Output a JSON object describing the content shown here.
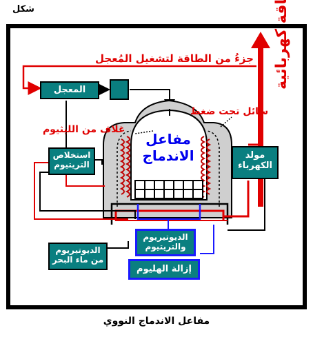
{
  "header": {
    "label": "شكل"
  },
  "caption": "مفاعل الاندماج النووي",
  "labels": {
    "electric_power": "طاقة كهربائية",
    "accelerator_share": "جزءُ من الطاقة لتشغيل المُعجل",
    "pressurized_fluid": "سائل تحت ضغط",
    "lithium_shell": "غلاف من الليثيوم",
    "reactor_line1": "مفاعل",
    "reactor_line2": "الاندماج"
  },
  "boxes": {
    "accelerator": "المعجل",
    "tritium_extraction_1": "استخلاص",
    "tritium_extraction_2": "التريتيوم",
    "generator_1": "مولد",
    "generator_2": "الكهرباء",
    "deut_trit_1": "الديوتيريوم",
    "deut_trit_2": "والتريتيوم",
    "deut_sea_1": "الديوتيريوم",
    "deut_sea_2": "من ماء البحر",
    "helium_removal": "إزالة الهليوم"
  },
  "colors": {
    "frame": "#000000",
    "box_fill": "#0a7f80",
    "power_line": "#e00000",
    "coil": "#c00000",
    "reactor_text": "#0000ee"
  }
}
